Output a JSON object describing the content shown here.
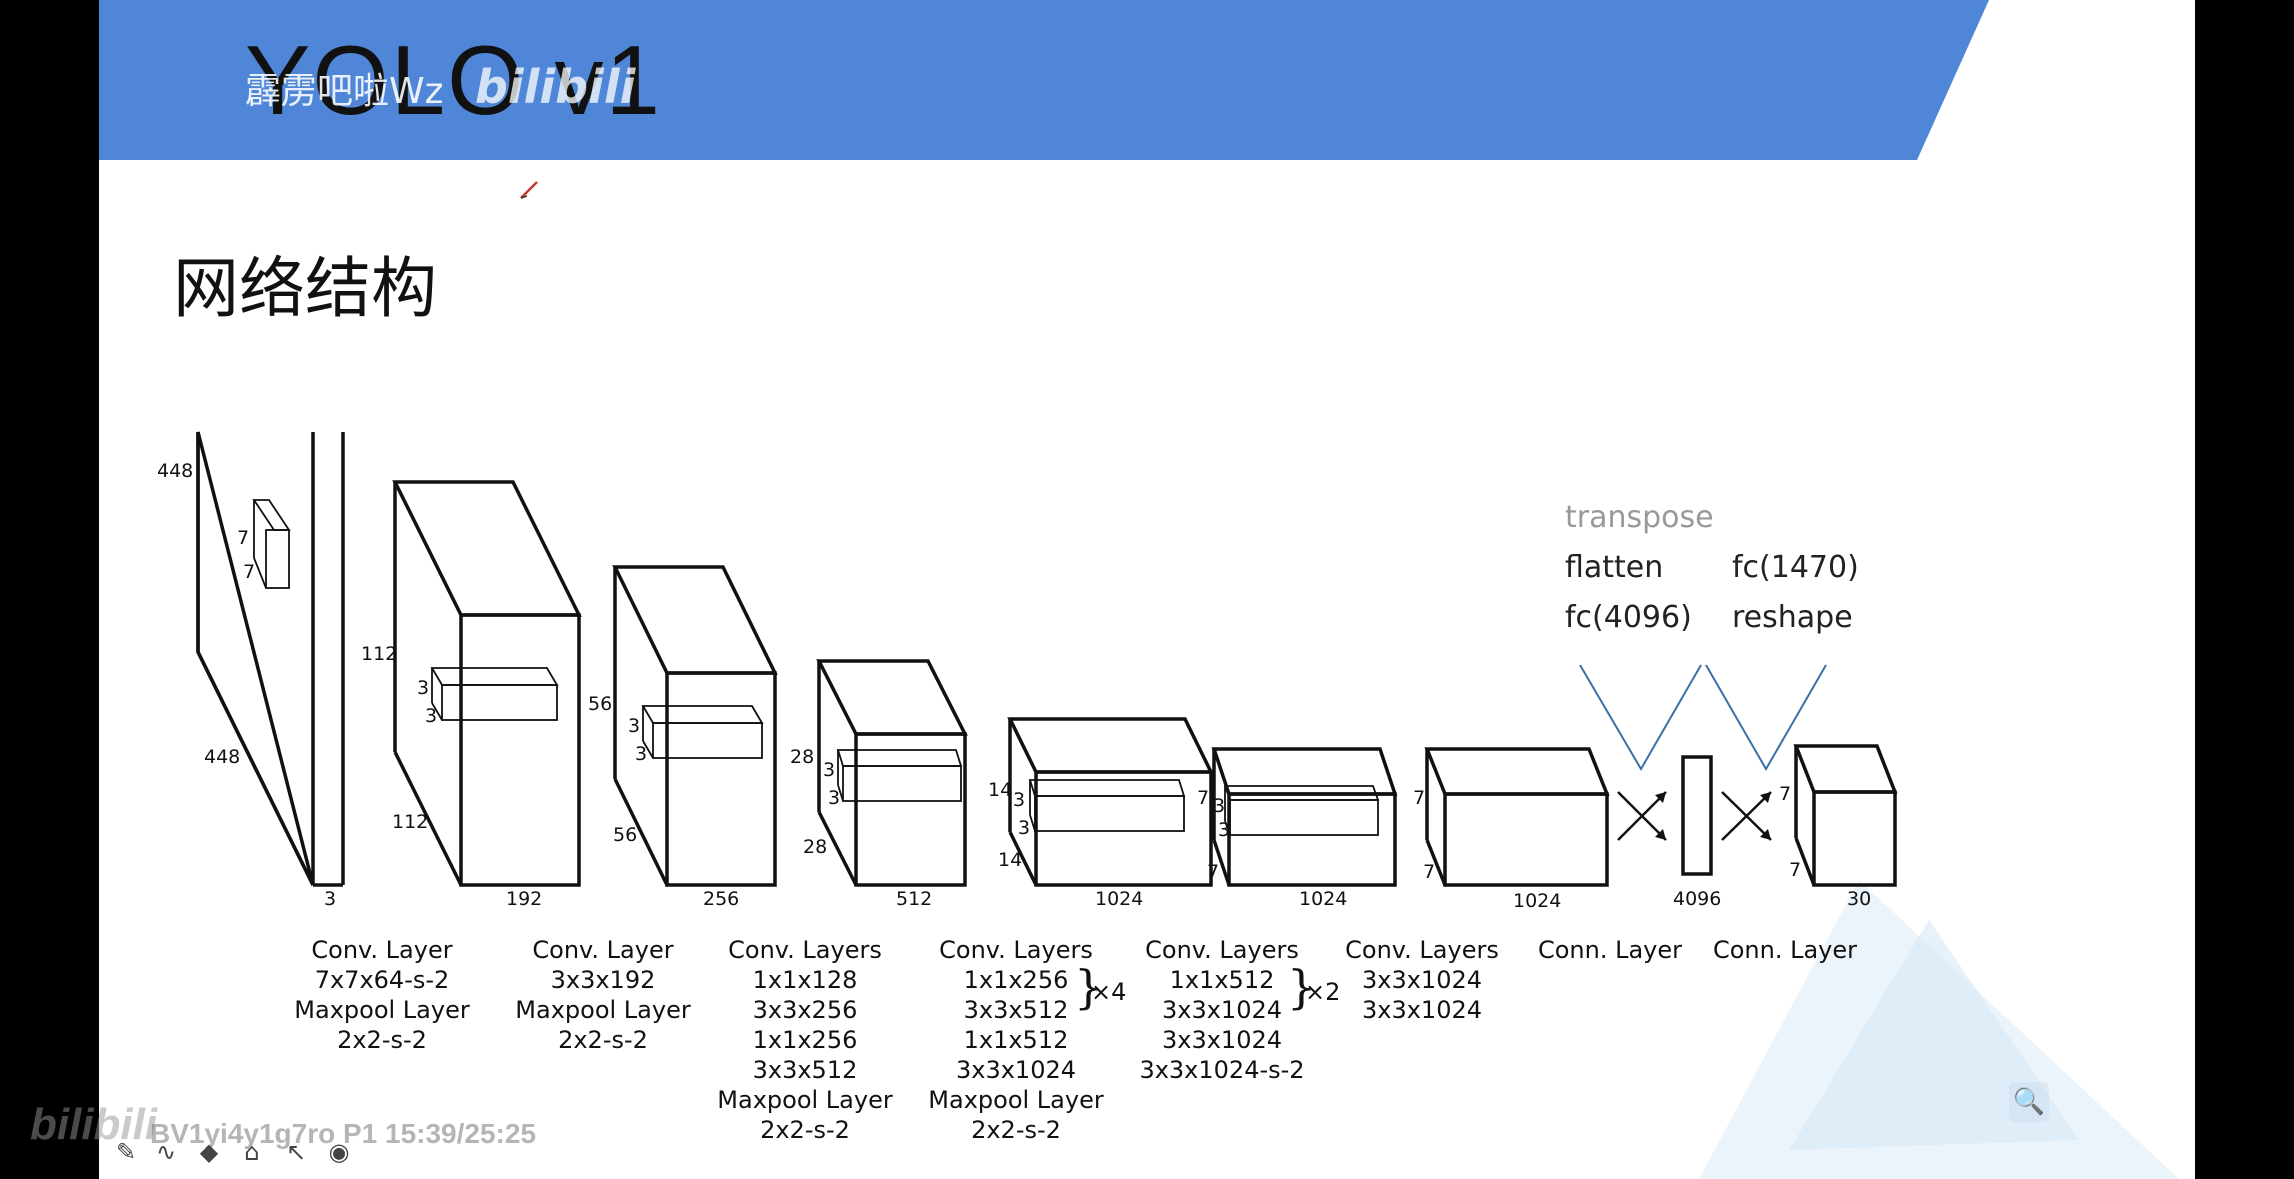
{
  "banner": {
    "title": "YOLO v1",
    "watermark": "霹雳吧啦Wz",
    "watermark_logo": "bilibili",
    "color": "#4f86d8"
  },
  "heading": "网络结构",
  "layers": [
    {
      "dims": [
        "448",
        "448",
        "3"
      ],
      "kernel": [
        "7",
        "7"
      ],
      "caption": [
        "Conv. Layer",
        "7x7x64-s-2",
        "Maxpool Layer",
        "2x2-s-2"
      ]
    },
    {
      "dims": [
        "112",
        "112",
        "192"
      ],
      "kernel": [
        "3",
        "3"
      ],
      "caption": [
        "Conv. Layer",
        "3x3x192",
        "Maxpool Layer",
        "2x2-s-2"
      ]
    },
    {
      "dims": [
        "56",
        "56",
        "256"
      ],
      "kernel": [
        "3",
        "3"
      ],
      "caption": [
        "Conv. Layers",
        "1x1x128",
        "3x3x256",
        "1x1x256",
        "3x3x512",
        "Maxpool Layer",
        "2x2-s-2"
      ]
    },
    {
      "dims": [
        "28",
        "28",
        "512"
      ],
      "kernel": [
        "3",
        "3"
      ],
      "caption": [
        "Conv. Layers",
        "1x1x256",
        "3x3x512",
        "1x1x512",
        "3x3x1024",
        "Maxpool Layer",
        "2x2-s-2"
      ],
      "repeat": "×4"
    },
    {
      "dims": [
        "14",
        "14",
        "1024"
      ],
      "kernel": [
        "3",
        "3"
      ],
      "caption": [
        "Conv. Layers",
        "1x1x512",
        "3x3x1024",
        "3x3x1024",
        "3x3x1024-s-2"
      ],
      "repeat": "×2"
    },
    {
      "dims": [
        "7",
        "7",
        "1024"
      ],
      "kernel": [
        "3",
        "3"
      ],
      "caption": [
        "Conv. Layers",
        "3x3x1024",
        "3x3x1024"
      ]
    },
    {
      "dims": [
        "7",
        "7",
        "1024"
      ],
      "caption": [
        "Conn. Layer"
      ]
    },
    {
      "dims": [
        "4096"
      ],
      "caption": [
        "Conn. Layer"
      ]
    },
    {
      "dims": [
        "7",
        "7",
        "30"
      ]
    }
  ],
  "annotations": {
    "transpose": "transpose",
    "flatten": "flatten",
    "fc1": "fc(4096)",
    "fc2": "fc(1470)",
    "reshape": "reshape"
  },
  "player": {
    "logo": "bilibili",
    "video_id": "BV1yi4y1g7ro P1 15:39/25:25",
    "tools": [
      "pen-icon",
      "curve-icon",
      "marker-icon",
      "eraser-icon",
      "pointer-icon",
      "record-icon"
    ]
  }
}
